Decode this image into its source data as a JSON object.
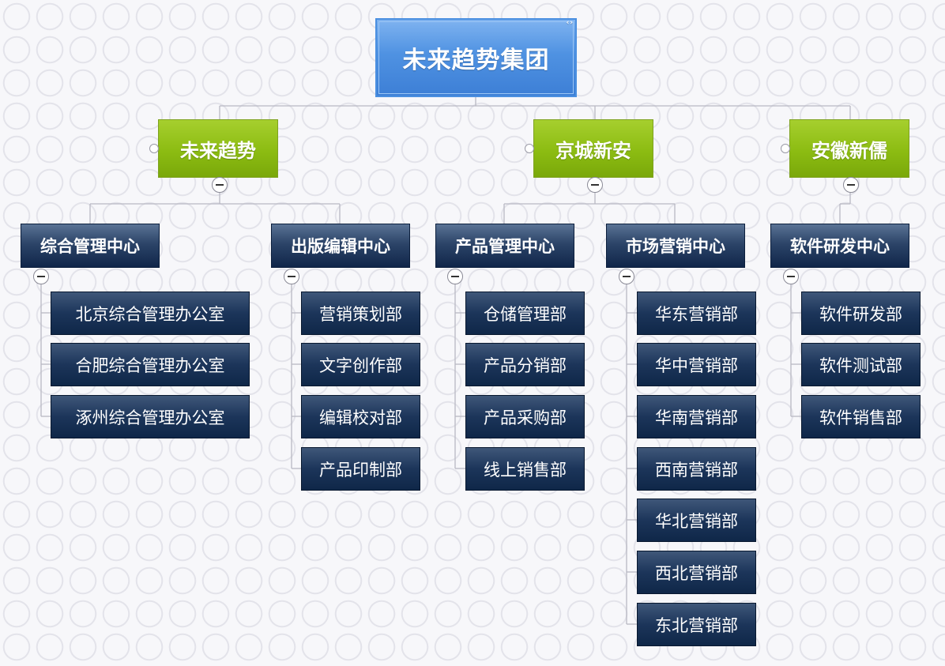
{
  "root": {
    "label": "未来趋势集团"
  },
  "companies": [
    {
      "label": "未来趋势",
      "centers": [
        {
          "label": "综合管理中心",
          "departments": [
            "北京综合管理办公室",
            "合肥综合管理办公室",
            "涿州综合管理办公室"
          ]
        },
        {
          "label": "出版编辑中心",
          "departments": [
            "营销策划部",
            "文字创作部",
            "编辑校对部",
            "产品印制部"
          ]
        }
      ]
    },
    {
      "label": "京城新安",
      "centers": [
        {
          "label": "产品管理中心",
          "departments": [
            "仓储管理部",
            "产品分销部",
            "产品采购部",
            "线上销售部"
          ]
        },
        {
          "label": "市场营销中心",
          "departments": [
            "华东营销部",
            "华中营销部",
            "华南营销部",
            "西南营销部",
            "华北营销部",
            "西北营销部",
            "东北营销部"
          ]
        }
      ]
    },
    {
      "label": "安徽新儒",
      "centers": [
        {
          "label": "软件研发中心",
          "departments": [
            "软件研发部",
            "软件测试部",
            "软件销售部"
          ]
        }
      ]
    }
  ]
}
